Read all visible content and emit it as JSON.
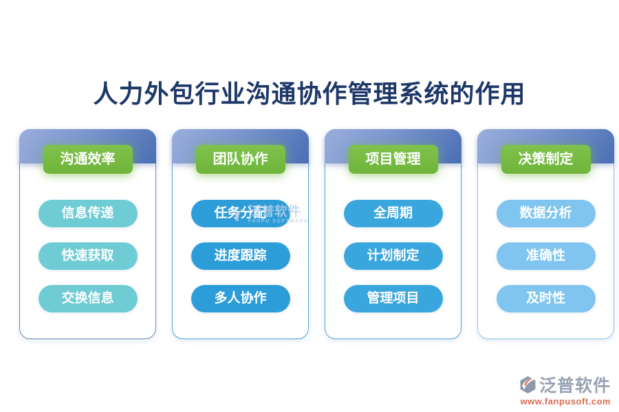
{
  "title": "人力外包行业沟通协作管理系统的作用",
  "cards": [
    {
      "header": "沟通效率",
      "items": [
        "信息传递",
        "快速获取",
        "交换信息"
      ],
      "pill_color": "#6fcbd4"
    },
    {
      "header": "团队协作",
      "items": [
        "任务分配",
        "进度跟踪",
        "多人协作"
      ],
      "pill_color": "#2d9dda"
    },
    {
      "header": "项目管理",
      "items": [
        "全周期",
        "计划制定",
        "管理项目"
      ],
      "pill_color": "#3aa6de"
    },
    {
      "header": "决策制定",
      "items": [
        "数据分析",
        "准确性",
        "及时性"
      ],
      "pill_color": "#80c5ef"
    }
  ],
  "colors": {
    "title_text": "#1d3768",
    "header_band_start": "#9aaedb",
    "header_band_end": "#4a6fb4",
    "header_chip_green": "#74b93f",
    "pill_text": "#ffffff"
  },
  "watermark": {
    "text": "泛普软件",
    "subtext": "FANPU SOFTWARE"
  },
  "footer": {
    "brand": "泛普软件",
    "url": "www.fanpusoft.com"
  }
}
